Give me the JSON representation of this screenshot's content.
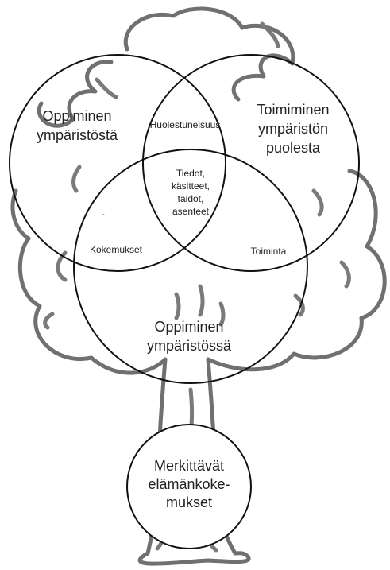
{
  "diagram": {
    "circle_top_left": {
      "line1": "Oppiminen",
      "line2": "ympäristöstä"
    },
    "circle_top_right": {
      "line1": "Toimiminen",
      "line2": "ympäristön",
      "line3": "puolesta"
    },
    "circle_bottom": {
      "line1": "Oppiminen",
      "line2": "ympäristössä"
    },
    "overlap_top": "Huolestuneisuus",
    "overlap_left": "Kokemukset",
    "overlap_right": "Toiminta",
    "center": {
      "line1": "Tiedot,",
      "line2": "käsitteet,",
      "line3": "taidot,",
      "line4": "asenteet"
    },
    "minor_mark": "-",
    "root_circle": {
      "line1": "Merkittävät",
      "line2": "elämänkoke-",
      "line3": "mukset"
    }
  },
  "colors": {
    "tree_outline": "#707070",
    "circle_stroke": "#111111",
    "text": "#222222",
    "background": "#ffffff"
  }
}
